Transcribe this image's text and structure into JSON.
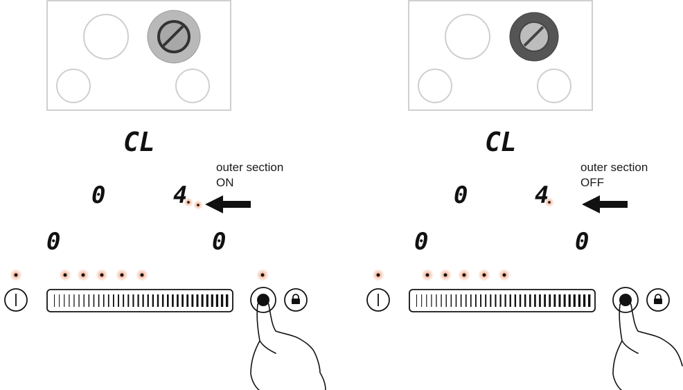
{
  "panels": [
    {
      "id": "left",
      "display": {
        "top": "CL",
        "mid_left": "0",
        "mid_right": "4",
        "bottom_left": "0",
        "bottom_right": "0"
      },
      "callout_line1": "outer section",
      "callout_line2": "ON",
      "outer_section_state": "on",
      "hob_ring_color": "#b9b9b9",
      "indicator_dots_at_4": 2
    },
    {
      "id": "right",
      "display": {
        "top": "CL",
        "mid_left": "0",
        "mid_right": "4",
        "bottom_left": "0",
        "bottom_right": "0"
      },
      "callout_line1": "outer section",
      "callout_line2": "OFF",
      "outer_section_state": "off",
      "hob_ring_color": "#555555",
      "indicator_dots_at_4": 1
    }
  ],
  "colors": {
    "glow": "#f08a5d",
    "stroke": "#111111",
    "hob_outline": "#cfcfcf"
  },
  "icons": {
    "power": "power-icon",
    "lock": "lock-icon",
    "arrow": "arrow-left-icon",
    "finger": "pointing-hand-icon"
  }
}
